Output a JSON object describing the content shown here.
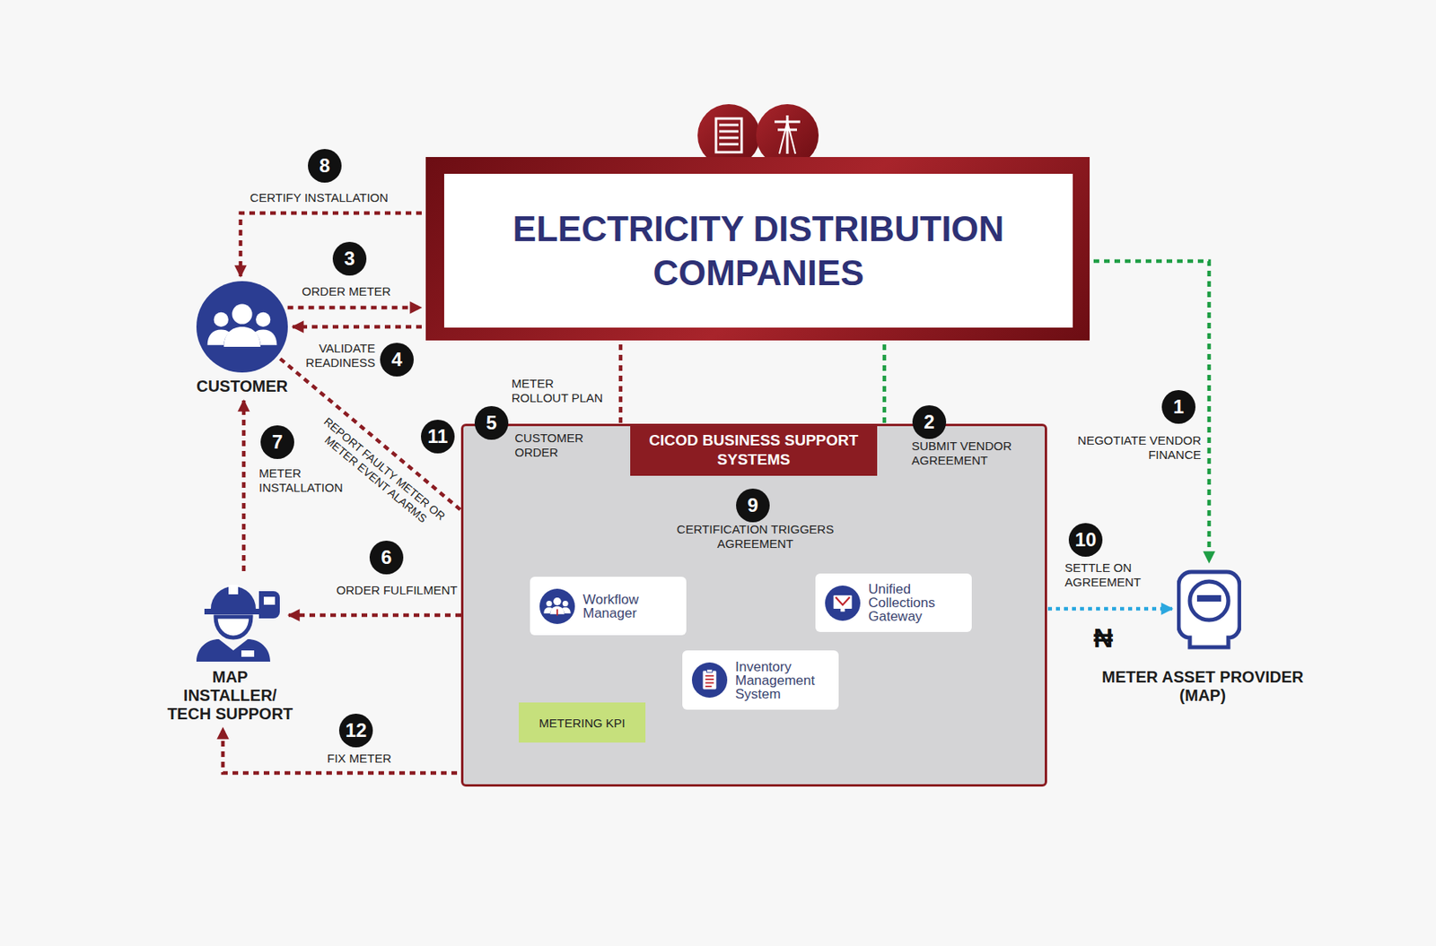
{
  "diagram": {
    "nodes": [
      {
        "text": [
          "ELECTRICITY DISTRIBUTION COMPANIES"
        ]
      },
      {
        "text": [
          "CUSTOMER"
        ]
      },
      {
        "text": [
          "CICOD BUSINESS SUPPORT SYSTEMS"
        ]
      },
      {
        "text": [
          "Workflow Manager"
        ],
        "in": 2
      },
      {
        "text": [
          "Inventory Management System"
        ],
        "in": 2
      },
      {
        "text": [
          "Unified Collections Gateway"
        ],
        "in": 2
      },
      {
        "text": [
          "METERING KPI"
        ],
        "in": 2
      },
      {
        "text": [
          "MAP INSTALLER/ TECH SUPPORT"
        ]
      },
      {
        "text": [
          "METER ASSET PROVIDER (MAP)"
        ]
      }
    ],
    "edges": [
      {
        "from": 1,
        "to": 0,
        "label": "ORDER METER",
        "arrow": "to"
      },
      {
        "from": 0,
        "to": 1,
        "label": "VALIDATE READINESS",
        "arrow": "to"
      },
      {
        "from": 0,
        "to": 1,
        "label": "CERTIFY INSTALLATION",
        "arrow": "to"
      },
      {
        "from": 0,
        "to": 8,
        "label": "NEGOTIATE VENDOR FINANCE",
        "arrow": "to"
      },
      {
        "from": 0,
        "to": 5,
        "label": "SUBMIT VENDOR AGREEMENT",
        "arrow": "to"
      },
      {
        "from": 0,
        "to": 3,
        "label": "METER ROLLOUT PLAN",
        "arrow": "to"
      },
      {
        "from": 1,
        "to": 3,
        "label": "REPORT FAULTY METER OR METER EVENT ALARMS",
        "arrow": "to"
      },
      {
        "from": 7,
        "to": 3,
        "label": "ORDER FULFILMENT",
        "arrow": "both"
      },
      {
        "from": 7,
        "to": 1,
        "label": "METER INSTALLATION",
        "arrow": "to"
      },
      {
        "from": 3,
        "to": 5,
        "label": "CERTIFICATION TRIGGERS AGREEMENT",
        "arrow": "to"
      },
      {
        "from": 3,
        "to": 4,
        "arrow": "both"
      },
      {
        "from": 5,
        "to": 8,
        "label": "SETTLE ON AGREEMENT",
        "arrow": "to"
      },
      {
        "from": 3,
        "to": 7,
        "label": "FIX METER",
        "arrow": "to"
      },
      {
        "from": 3,
        "to": 6,
        "arrow": "none"
      }
    ],
    "labels": [
      "1",
      "2",
      "3",
      "4",
      "5",
      "6",
      "7",
      "8",
      "9",
      "10",
      "11",
      "12",
      "CUSTOMER ORDER",
      "₦"
    ]
  }
}
